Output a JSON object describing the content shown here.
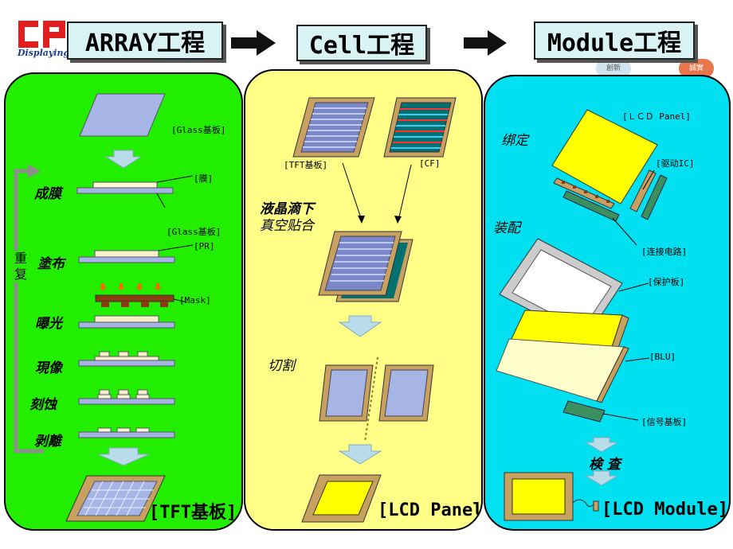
{
  "logo": {
    "letters": "CP",
    "caption": "Displaying"
  },
  "headers": {
    "array": "ARRAY工程",
    "cell": "Cell工程",
    "module": "Module工程"
  },
  "decor": {
    "badge1": "創新",
    "badge2": "誠實"
  },
  "array_panel": {
    "glass_label": "[Glass基板]",
    "film_label": "[膜]",
    "glass_label2": "[Glass基板]",
    "pr_label": "[PR]",
    "mask_label": "[Mask]",
    "repeat_label": "重复",
    "steps": [
      "成膜",
      "塗布",
      "曝光",
      "現像",
      "刻蚀",
      "剥離"
    ],
    "result_label": "[TFT基板]"
  },
  "cell_panel": {
    "tft_label": "[TFT基板]",
    "cf_label": "[CF]",
    "assembly_line1": "液晶滴下",
    "assembly_line2": "真空贴合",
    "cut_label": "切割",
    "result_label": "[LCD Panel]"
  },
  "module_panel": {
    "lcd_panel_label": "[ＬＣＤ Panel]",
    "bonding_label": "绑定",
    "driver_ic_label": "[驱动IC]",
    "connect_label": "[连接电路]",
    "assembly_label": "装配",
    "protect_label": "[保护板]",
    "blu_label": "[BLU]",
    "signal_label": "[信号基板]",
    "inspect_label": "検 査",
    "result_label": "[LCD Module]"
  },
  "colors": {
    "array_bg": "#22ee00",
    "cell_bg": "#ffff88",
    "module_bg": "#00e0f0",
    "header_bg": "#d9f3f5",
    "glass": "#a6b5e6",
    "wood": "#c8a060",
    "arrow": "#b8dcea"
  }
}
